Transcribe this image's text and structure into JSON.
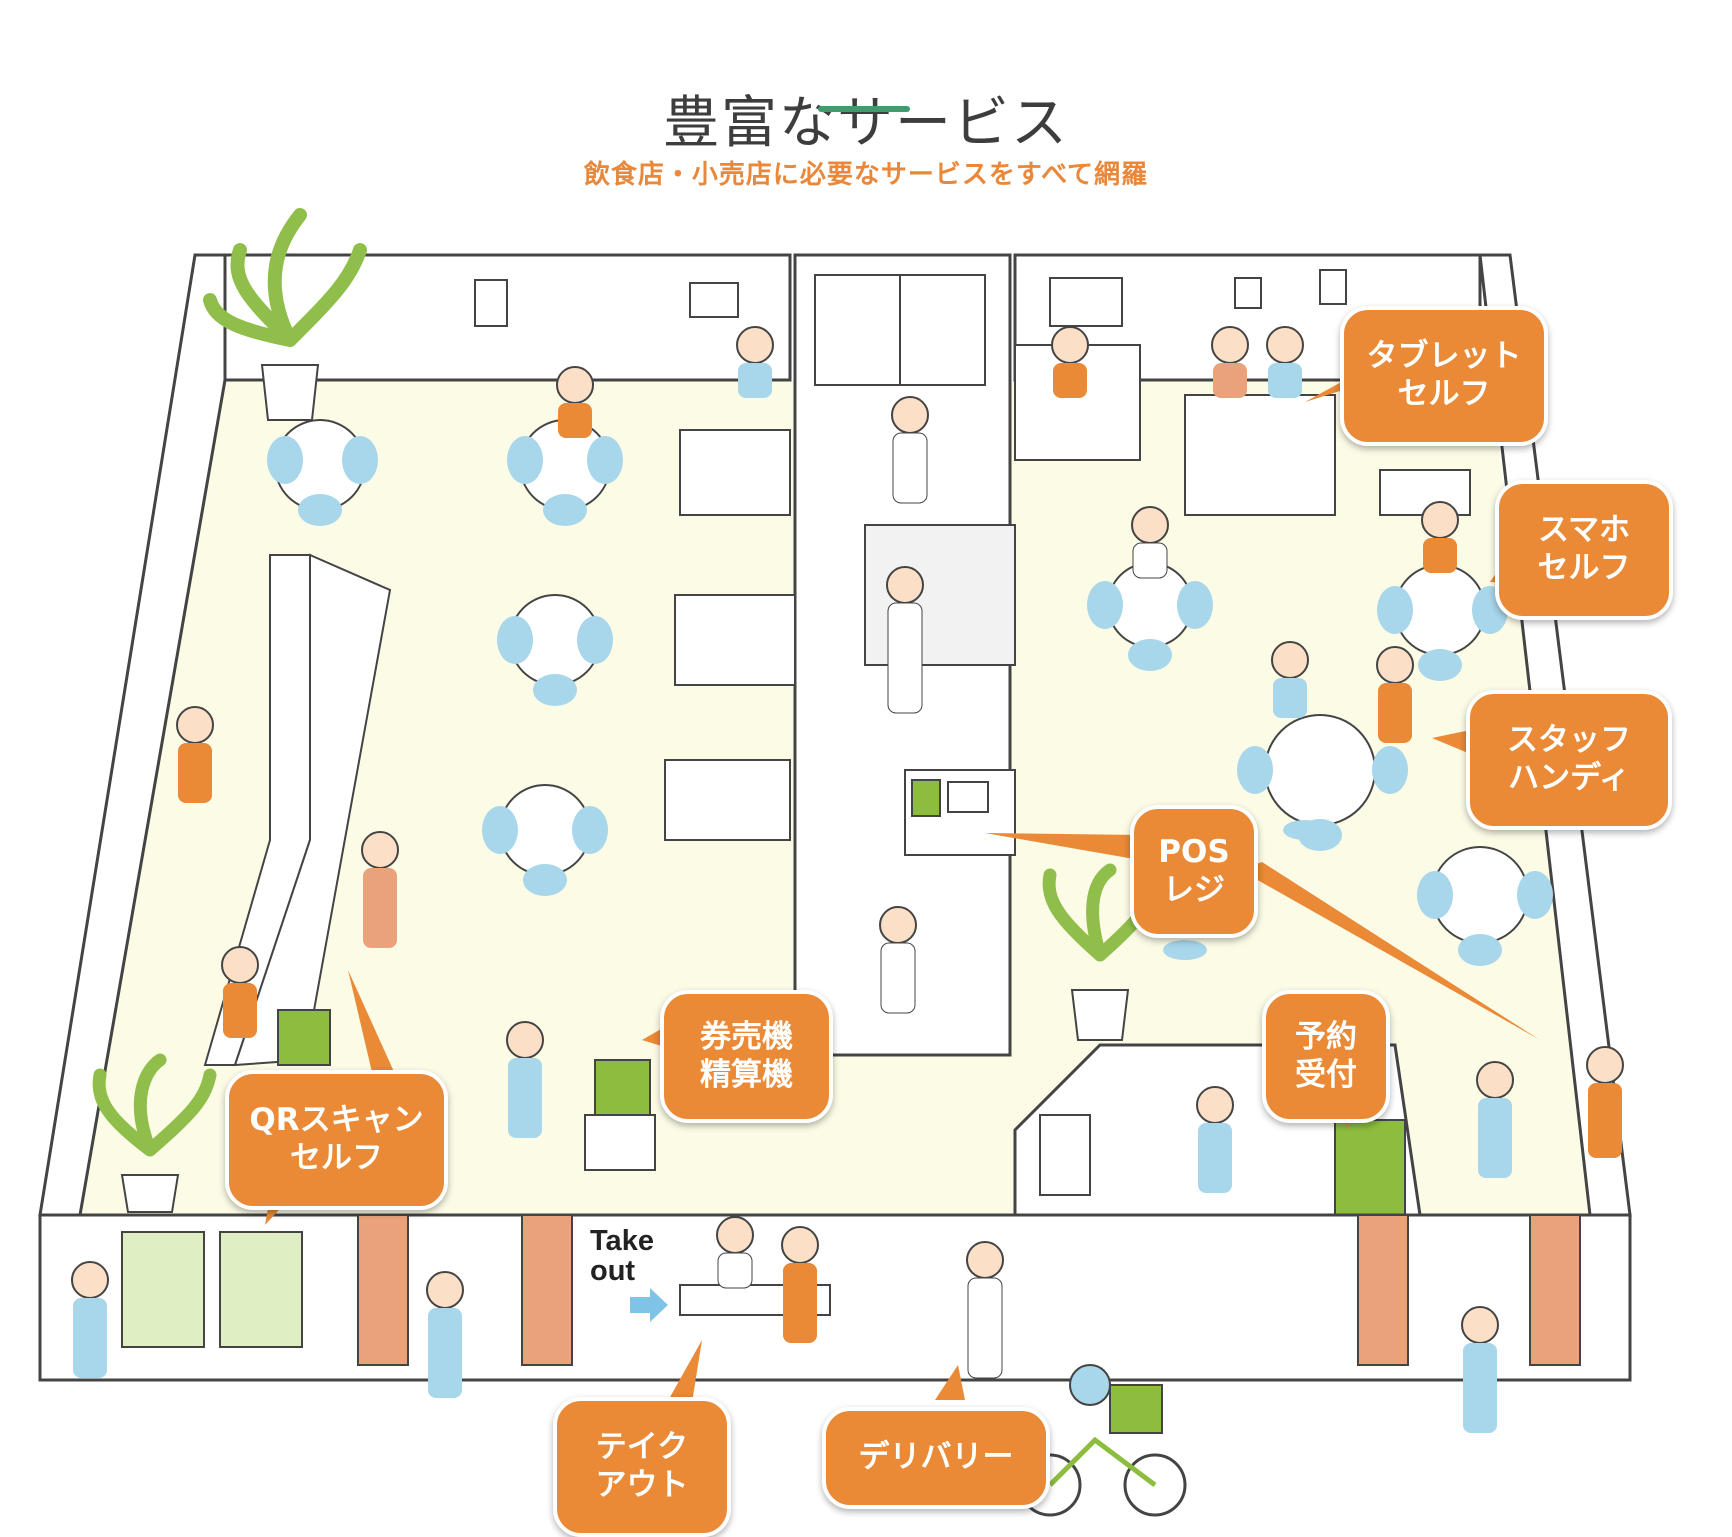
{
  "header": {
    "title": "豊富なサービス",
    "subtitle": "飲食店・小売店に必要なサービスをすべて網羅"
  },
  "illustration": {
    "takeout_sign": "Take\nout",
    "services": [
      {
        "id": "tablet-self",
        "label": "タブレット\nセルフ"
      },
      {
        "id": "smartphone-self",
        "label": "スマホ\nセルフ"
      },
      {
        "id": "staff-handy",
        "label": "スタッフ\nハンディ"
      },
      {
        "id": "pos-register",
        "label": "POS\nレジ"
      },
      {
        "id": "ticket-machine",
        "label": "券売機\n精算機"
      },
      {
        "id": "reservation",
        "label": "予約\n受付"
      },
      {
        "id": "qr-scan-self",
        "label": "QRスキャン\nセルフ"
      },
      {
        "id": "takeout",
        "label": "テイク\nアウト"
      },
      {
        "id": "delivery",
        "label": "デリバリー"
      }
    ]
  },
  "colors": {
    "accent_orange": "#ea8936",
    "title_underline": "#3f9c6e",
    "floor": "#fbfbe6",
    "chair_blue": "#a8d6ea",
    "machine_green": "#8cbd3f",
    "door_orange": "#e9a27a",
    "plant_green": "#8fbf4a"
  }
}
